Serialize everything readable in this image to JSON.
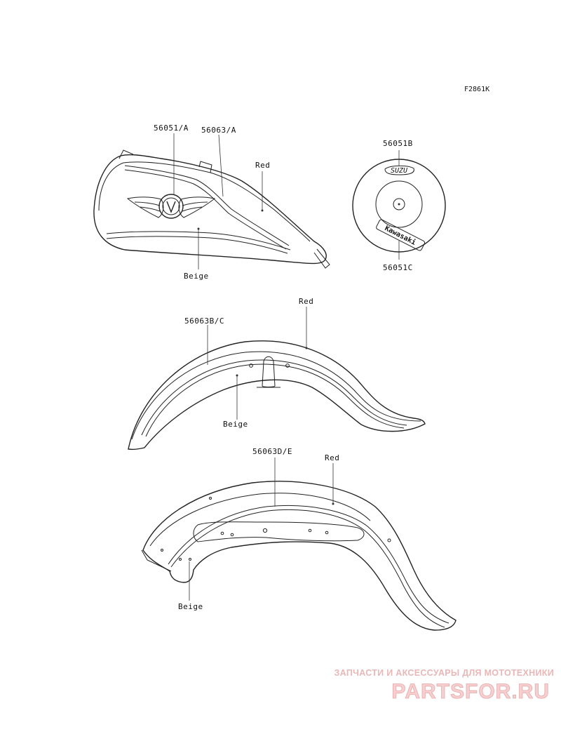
{
  "figure_code": "F2861K",
  "fuel_tank": {
    "emblem_label": "56051/A",
    "stripe_label": "56063/A",
    "color_red": "Red",
    "color_beige": "Beige"
  },
  "cover_emblem": {
    "top_label": "56051B",
    "bottom_label": "56051C",
    "top_logo_text": "SUZU",
    "bottom_logo_text": "Kawasaki"
  },
  "front_fender": {
    "label": "56063B/C",
    "color_red": "Red",
    "color_beige": "Beige"
  },
  "rear_fender": {
    "label": "56063D/E",
    "color_red": "Red",
    "color_beige": "Beige"
  },
  "watermark": {
    "tagline": "ЗАПЧАСТИ И АКСЕССУАРЫ ДЛЯ МОТОТЕХНИКИ",
    "site": "PARTSFOR.RU"
  }
}
